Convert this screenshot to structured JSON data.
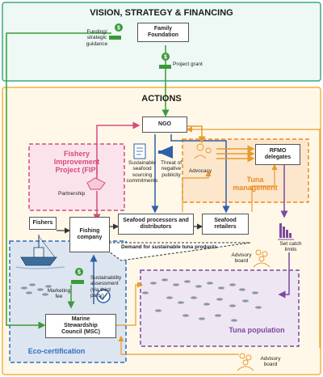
{
  "vision": {
    "title": "VISION, STRATEGY & FINANCING",
    "family_foundation": "Family\nFoundation",
    "funding_label": "Funding/\nstrategic\nguidance",
    "project_grant": "Project grant"
  },
  "actions": {
    "title": "ACTIONS",
    "ngo": "NGO",
    "fip_title": "Fishery\nImprovement\nProject (FIP)",
    "partnership": "Partnership",
    "sourcing_label": "Sustainable\nseafood\nsourcing\ncommitments",
    "threat_label": "Threat of\nnegative\npublicity",
    "advocacy": "Advocacy",
    "rfmo": "RFMO\ndelegates",
    "tuna_management": "Tuna\nmanagement",
    "set_catch_limits": "Set catch\nlimits",
    "fishers": "Fishers",
    "fishing_company": "Fishing\ncompany",
    "processors": "Seafood processors and\ndistributors",
    "retailers": "Seafood\nretailers",
    "demand": "Demand for sustainable tuna products",
    "advisory_board_1": "Advisory\nboard",
    "marketing_fee": "Marketing\nfee",
    "sustainability_assessment": "Sustainability\nassessment\n(via third\nparty)",
    "msc": "Marine\nStewardship\nCouncil (MSC)",
    "eco_certification": "Eco-certification",
    "tuna_population": "Tuna population",
    "advisory_board_2": "Advisory\nboard"
  },
  "colors": {
    "vision_border": "#3aa88c",
    "vision_fill": "#eef8f5",
    "actions_border": "#f0b43c",
    "actions_fill": "#fff8e8",
    "fip": "#d64a7e",
    "tuna_mgmt": "#e88a1e",
    "eco": "#2f6fbf",
    "tuna_pop": "#7b4a9e",
    "green_arrow": "#3a9a3a",
    "blue_arrow": "#2f5fa8",
    "orange_arrow": "#e89a2e"
  }
}
